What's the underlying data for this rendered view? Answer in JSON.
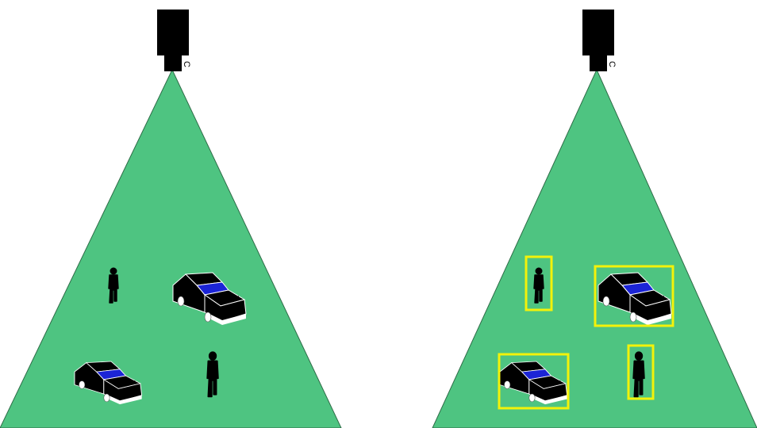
{
  "colors": {
    "background": "#ffffff",
    "field_of_view": "#4ec481",
    "camera_body": "#000000",
    "detection_box": "#f3f20a",
    "red_car_body": "#e4010b",
    "dark_red_car_body": "#7a0000",
    "car_windshield": "#1b24d6",
    "pedestrian_yellow": "#f3f20a",
    "pedestrian_blue": "#6e95cf"
  },
  "panels": [
    {
      "name": "scene-before-detection",
      "camera": {
        "icon": "camera-icon",
        "label": "C"
      },
      "objects": [
        {
          "kind": "pedestrian",
          "icon": "pedestrian-yellow-icon"
        },
        {
          "kind": "car",
          "icon": "car-red-icon"
        },
        {
          "kind": "car",
          "icon": "car-dark-red-icon"
        },
        {
          "kind": "pedestrian",
          "icon": "pedestrian-blue-icon"
        }
      ],
      "detections_shown": false
    },
    {
      "name": "scene-after-detection",
      "camera": {
        "icon": "camera-icon",
        "label": "C"
      },
      "objects": [
        {
          "kind": "pedestrian",
          "icon": "pedestrian-yellow-icon"
        },
        {
          "kind": "car",
          "icon": "car-red-icon"
        },
        {
          "kind": "car",
          "icon": "car-dark-red-icon"
        },
        {
          "kind": "pedestrian",
          "icon": "pedestrian-blue-icon"
        }
      ],
      "detections_shown": true
    }
  ]
}
